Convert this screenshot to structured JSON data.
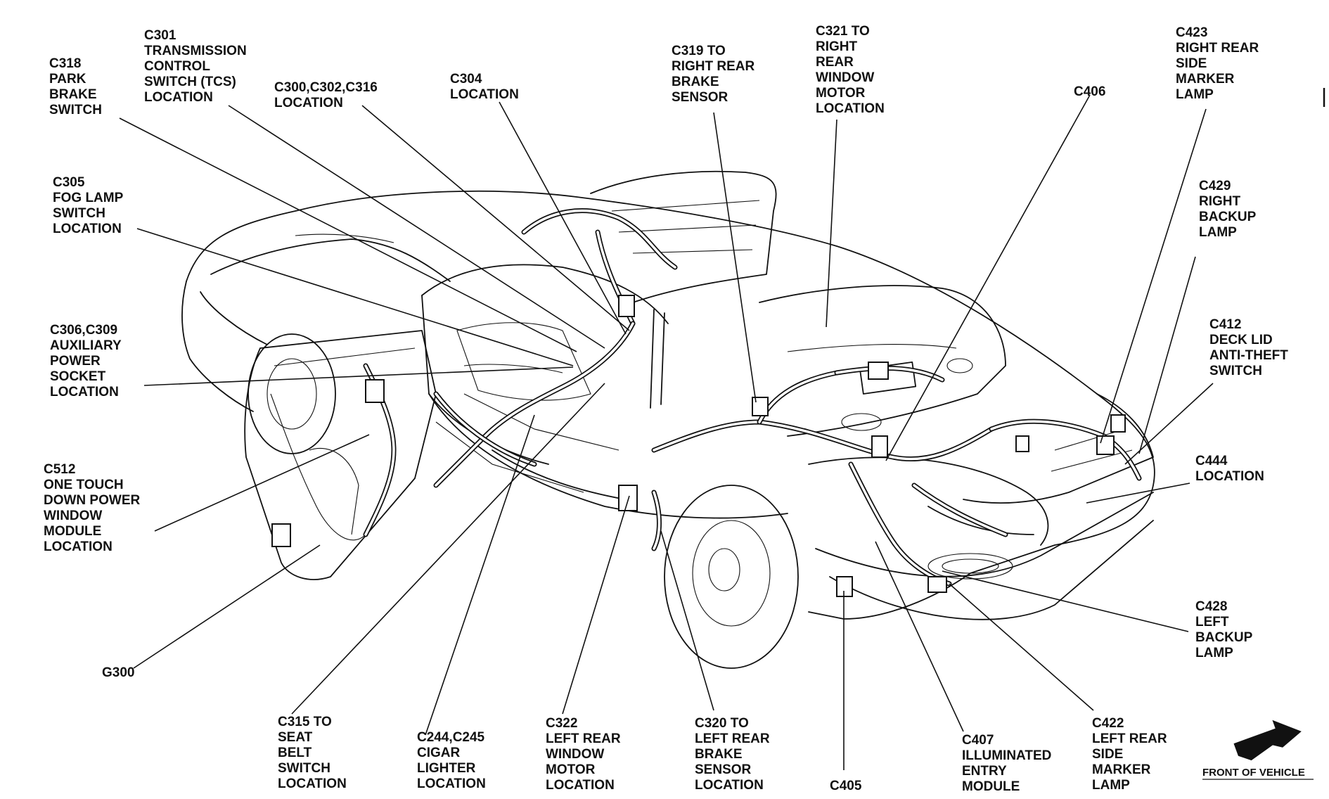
{
  "callouts": [
    {
      "id": "c301",
      "lines": [
        "C301",
        "TRANSMISSION",
        "CONTROL",
        "SWITCH (TCS)",
        "LOCATION"
      ]
    },
    {
      "id": "c318",
      "lines": [
        "C318",
        "PARK",
        "BRAKE",
        "SWITCH"
      ]
    },
    {
      "id": "c300",
      "lines": [
        "C300,C302,C316",
        "LOCATION"
      ]
    },
    {
      "id": "c304",
      "lines": [
        "C304",
        "LOCATION"
      ]
    },
    {
      "id": "c319",
      "lines": [
        "C319 TO",
        "RIGHT REAR",
        "BRAKE",
        "SENSOR"
      ]
    },
    {
      "id": "c321",
      "lines": [
        "C321 TO",
        "RIGHT",
        "REAR",
        "WINDOW",
        "MOTOR",
        "LOCATION"
      ]
    },
    {
      "id": "c406",
      "lines": [
        "C406"
      ]
    },
    {
      "id": "c423",
      "lines": [
        "C423",
        "RIGHT REAR",
        "SIDE",
        "MARKER",
        "LAMP"
      ]
    },
    {
      "id": "c305",
      "lines": [
        "C305",
        "FOG LAMP",
        "SWITCH",
        "LOCATION"
      ]
    },
    {
      "id": "c429",
      "lines": [
        "C429",
        "RIGHT",
        "BACKUP",
        "LAMP"
      ]
    },
    {
      "id": "c306",
      "lines": [
        "C306,C309",
        "AUXILIARY",
        "POWER",
        "SOCKET",
        "LOCATION"
      ]
    },
    {
      "id": "c412",
      "lines": [
        "C412",
        "DECK LID",
        "ANTI-THEFT",
        "SWITCH"
      ]
    },
    {
      "id": "c512",
      "lines": [
        "C512",
        "ONE TOUCH",
        "DOWN POWER",
        "WINDOW",
        "MODULE",
        "LOCATION"
      ]
    },
    {
      "id": "c444",
      "lines": [
        "C444",
        "LOCATION"
      ]
    },
    {
      "id": "c428",
      "lines": [
        "C428",
        "LEFT",
        "BACKUP",
        "LAMP"
      ]
    },
    {
      "id": "g300",
      "lines": [
        "G300"
      ]
    },
    {
      "id": "c315",
      "lines": [
        "C315 TO",
        "SEAT",
        "BELT",
        "SWITCH",
        "LOCATION"
      ]
    },
    {
      "id": "c244",
      "lines": [
        "C244,C245",
        "CIGAR",
        "LIGHTER",
        "LOCATION"
      ]
    },
    {
      "id": "c322",
      "lines": [
        "C322",
        "LEFT REAR",
        "WINDOW",
        "MOTOR",
        "LOCATION"
      ]
    },
    {
      "id": "c320",
      "lines": [
        "C320 TO",
        "LEFT REAR",
        "BRAKE",
        "SENSOR",
        "LOCATION"
      ]
    },
    {
      "id": "c405",
      "lines": [
        "C405"
      ]
    },
    {
      "id": "c407",
      "lines": [
        "C407",
        "ILLUMINATED",
        "ENTRY",
        "MODULE"
      ]
    },
    {
      "id": "c422",
      "lines": [
        "C422",
        "LEFT REAR",
        "SIDE",
        "MARKER",
        "LAMP"
      ]
    }
  ],
  "front_indicator": {
    "label": "FRONT OF VEHICLE",
    "icon": "arrow-icon"
  },
  "colors": {
    "ink": "#111111",
    "paper": "#ffffff"
  }
}
